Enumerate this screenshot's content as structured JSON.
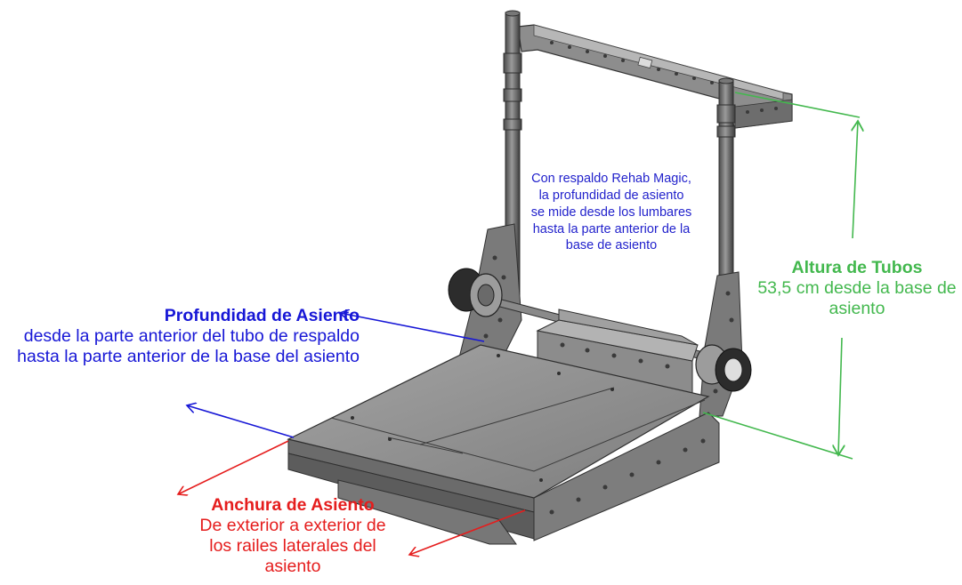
{
  "colors": {
    "depth": "#1717d6",
    "height": "#43b84e",
    "width": "#e51d1d",
    "note": "#2222cc",
    "frame": "#6f6f6f",
    "seat_top": "#8e8e8e"
  },
  "rehab_note": {
    "lines": [
      "Con respaldo Rehab Magic,",
      "la profundidad de asiento",
      "se mide desde los lumbares",
      "hasta la parte anterior de la",
      "base de asiento"
    ]
  },
  "depth_label": {
    "title": "Profundidad de Asiento",
    "line1": "desde la parte anterior del tubo de respaldo",
    "line2": "hasta la parte anterior de la base del asiento"
  },
  "height_label": {
    "title": "Altura de Tubos",
    "line1": "53,5 cm desde la base de",
    "line2": "asiento"
  },
  "width_label": {
    "title": "Anchura de Asiento",
    "line1": "De exterior a exterior de",
    "line2": "los railes laterales del",
    "line3": "asiento"
  }
}
